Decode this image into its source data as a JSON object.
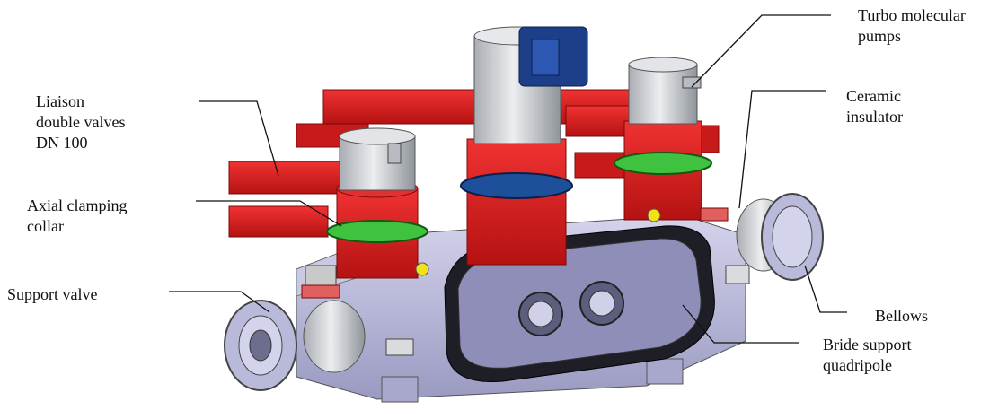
{
  "labels": {
    "turbo": [
      "Turbo molecular",
      "pumps"
    ],
    "ceramic": [
      "Ceramic",
      "insulator"
    ],
    "liaison": [
      "Liaison",
      "double valves",
      "DN 100"
    ],
    "axial": [
      "Axial clamping",
      "collar"
    ],
    "support_valve": [
      "Support valve"
    ],
    "bellows": [
      "Bellows"
    ],
    "bride": [
      "Bride support",
      "quadripole"
    ]
  },
  "colors": {
    "frame_red": "#d81e1e",
    "pump_gray": "#cfd2d6",
    "chamber_lavender": "#b9b9d9",
    "motor_blue": "#1d3f8a",
    "collar_green": "#3fc23f",
    "leader_line": "#111111"
  }
}
